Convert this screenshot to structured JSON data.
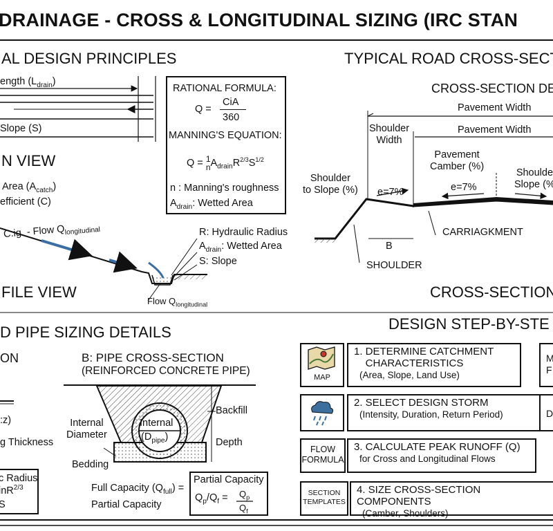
{
  "title": "DRAINAGE - CROSS & LONGITUDINAL SIZING (IRC STAN",
  "sections": {
    "principles": "AL DESIGN PRINCIPLES",
    "plan_view": "N VIEW",
    "profile_view": "FILE VIEW",
    "pipe_sizing": "D PIPE SIZING DETAILS",
    "cross_section": "TYPICAL ROAD CROSS-SECTI",
    "cross_section_detail": "CROSS-SECTION DE",
    "cross_section_detail_2": "CROSS-SECTION D",
    "design_steps": "DESIGN STEP-BY-STE"
  },
  "principles": {
    "length_label": "ength (L",
    "length_sub": "drain",
    "length_close": ")",
    "slope_label": "Slope (S)",
    "area_label": "Area (A",
    "area_sub": "catch",
    "area_close": ")",
    "coeff_label": "efficient (C)",
    "flow_label": "C.ig. - Flow Q",
    "flow_sub": "longitudinal",
    "flow_bottom": "Flow Q",
    "flow_bottom_sub": "longitudinal",
    "legend_r": "R: Hydraulic Radius",
    "legend_a": "A",
    "legend_a_sub": "drain",
    "legend_a_rest": ": Wetted Area",
    "legend_s": "S: Slope"
  },
  "formula_box": {
    "rational_title": "RATIONAL FORMULA:",
    "q_eq": "Q =",
    "cia": "CiA",
    "den": "360",
    "manning_title": "MANNING'S EQUATION:",
    "m_q": "Q =",
    "m_one": "1",
    "m_n": "n",
    "m_a": "A",
    "m_a_sub": "drain",
    "m_r": "R",
    "m_r_exp_n": "2",
    "m_r_exp_d": "3",
    "m_s": "S",
    "m_s_exp_n": "1",
    "m_s_exp_d": "2",
    "n_def": "n : Manning's roughness",
    "a_def": "A",
    "a_def_sub": "drain",
    "a_def_rest": ": Wetted Area"
  },
  "pipe": {
    "left_on": "ON",
    "left_z": ":z)",
    "left_thick": "g Thickness",
    "left_radius": "c Radius",
    "left_formula": "inR",
    "left_exp": "2/3",
    "left_s": "S",
    "title": "B:  PIPE CROSS-SECTION",
    "subtitle": "(REINFORCED CONCRETE PIPE)",
    "backfill": "Backfill",
    "internal_diameter": "Internal\nDiameter",
    "internal": "Internal",
    "dpipe": "(D",
    "dpipe_sub": "pipe",
    "dpipe_close": ")",
    "depth": "Depth",
    "bedding": "Bedding",
    "full_cap": "Full Capacity (Q",
    "full_sub": "full",
    "full_close": ") =",
    "partial": "Partial Capacity",
    "partial_box_title": "Partial Capacity",
    "qp": "Q",
    "qp_sub": "p",
    "qf": "/Q",
    "qf_sub": "f",
    "eq": "=",
    "frac_top": "Q",
    "frac_top_sub": "p",
    "frac_bot": "Q",
    "frac_bot_sub": "f"
  },
  "cross": {
    "pavement_width_1": "Pavement Width",
    "pavement_width_2": "Pavement Width",
    "shoulder_width": "Shoulder\nWidth",
    "pavement_camber": "Pavement\nCamber (%)",
    "shoulder_slope_left": "Shoulder\nto Slope (%)",
    "shoulder_slope_right": "Shoulde\nSlope (%",
    "e_left": "e=7%",
    "e_right": "e=7%",
    "carriageway": "CARRIAGKMENT",
    "b": "B",
    "shoulder": "SHOULDER"
  },
  "steps": [
    {
      "icon": "MAP",
      "title": "1. DETERMINE CATCHMENT\n    CHARACTERISTICS",
      "sub": "(Area, Slope, Land Use)"
    },
    {
      "icon": "",
      "title": "2. SELECT DESIGN STORM",
      "sub": "(Intensity, Duration, Return Period)"
    },
    {
      "icon": "FLOW\nFORMULA",
      "title": "3. CALCULATE PEAK RUNOFF (Q)",
      "sub": "for Cross and Longitudinal Flows"
    },
    {
      "icon": "SECTION\nTEMPLATES",
      "title": "4. SIZE CROSS-SECTION COMPONENTS",
      "sub": "(Camber, Shoulders)"
    }
  ],
  "steps_right": [
    "M\nF",
    "D"
  ]
}
